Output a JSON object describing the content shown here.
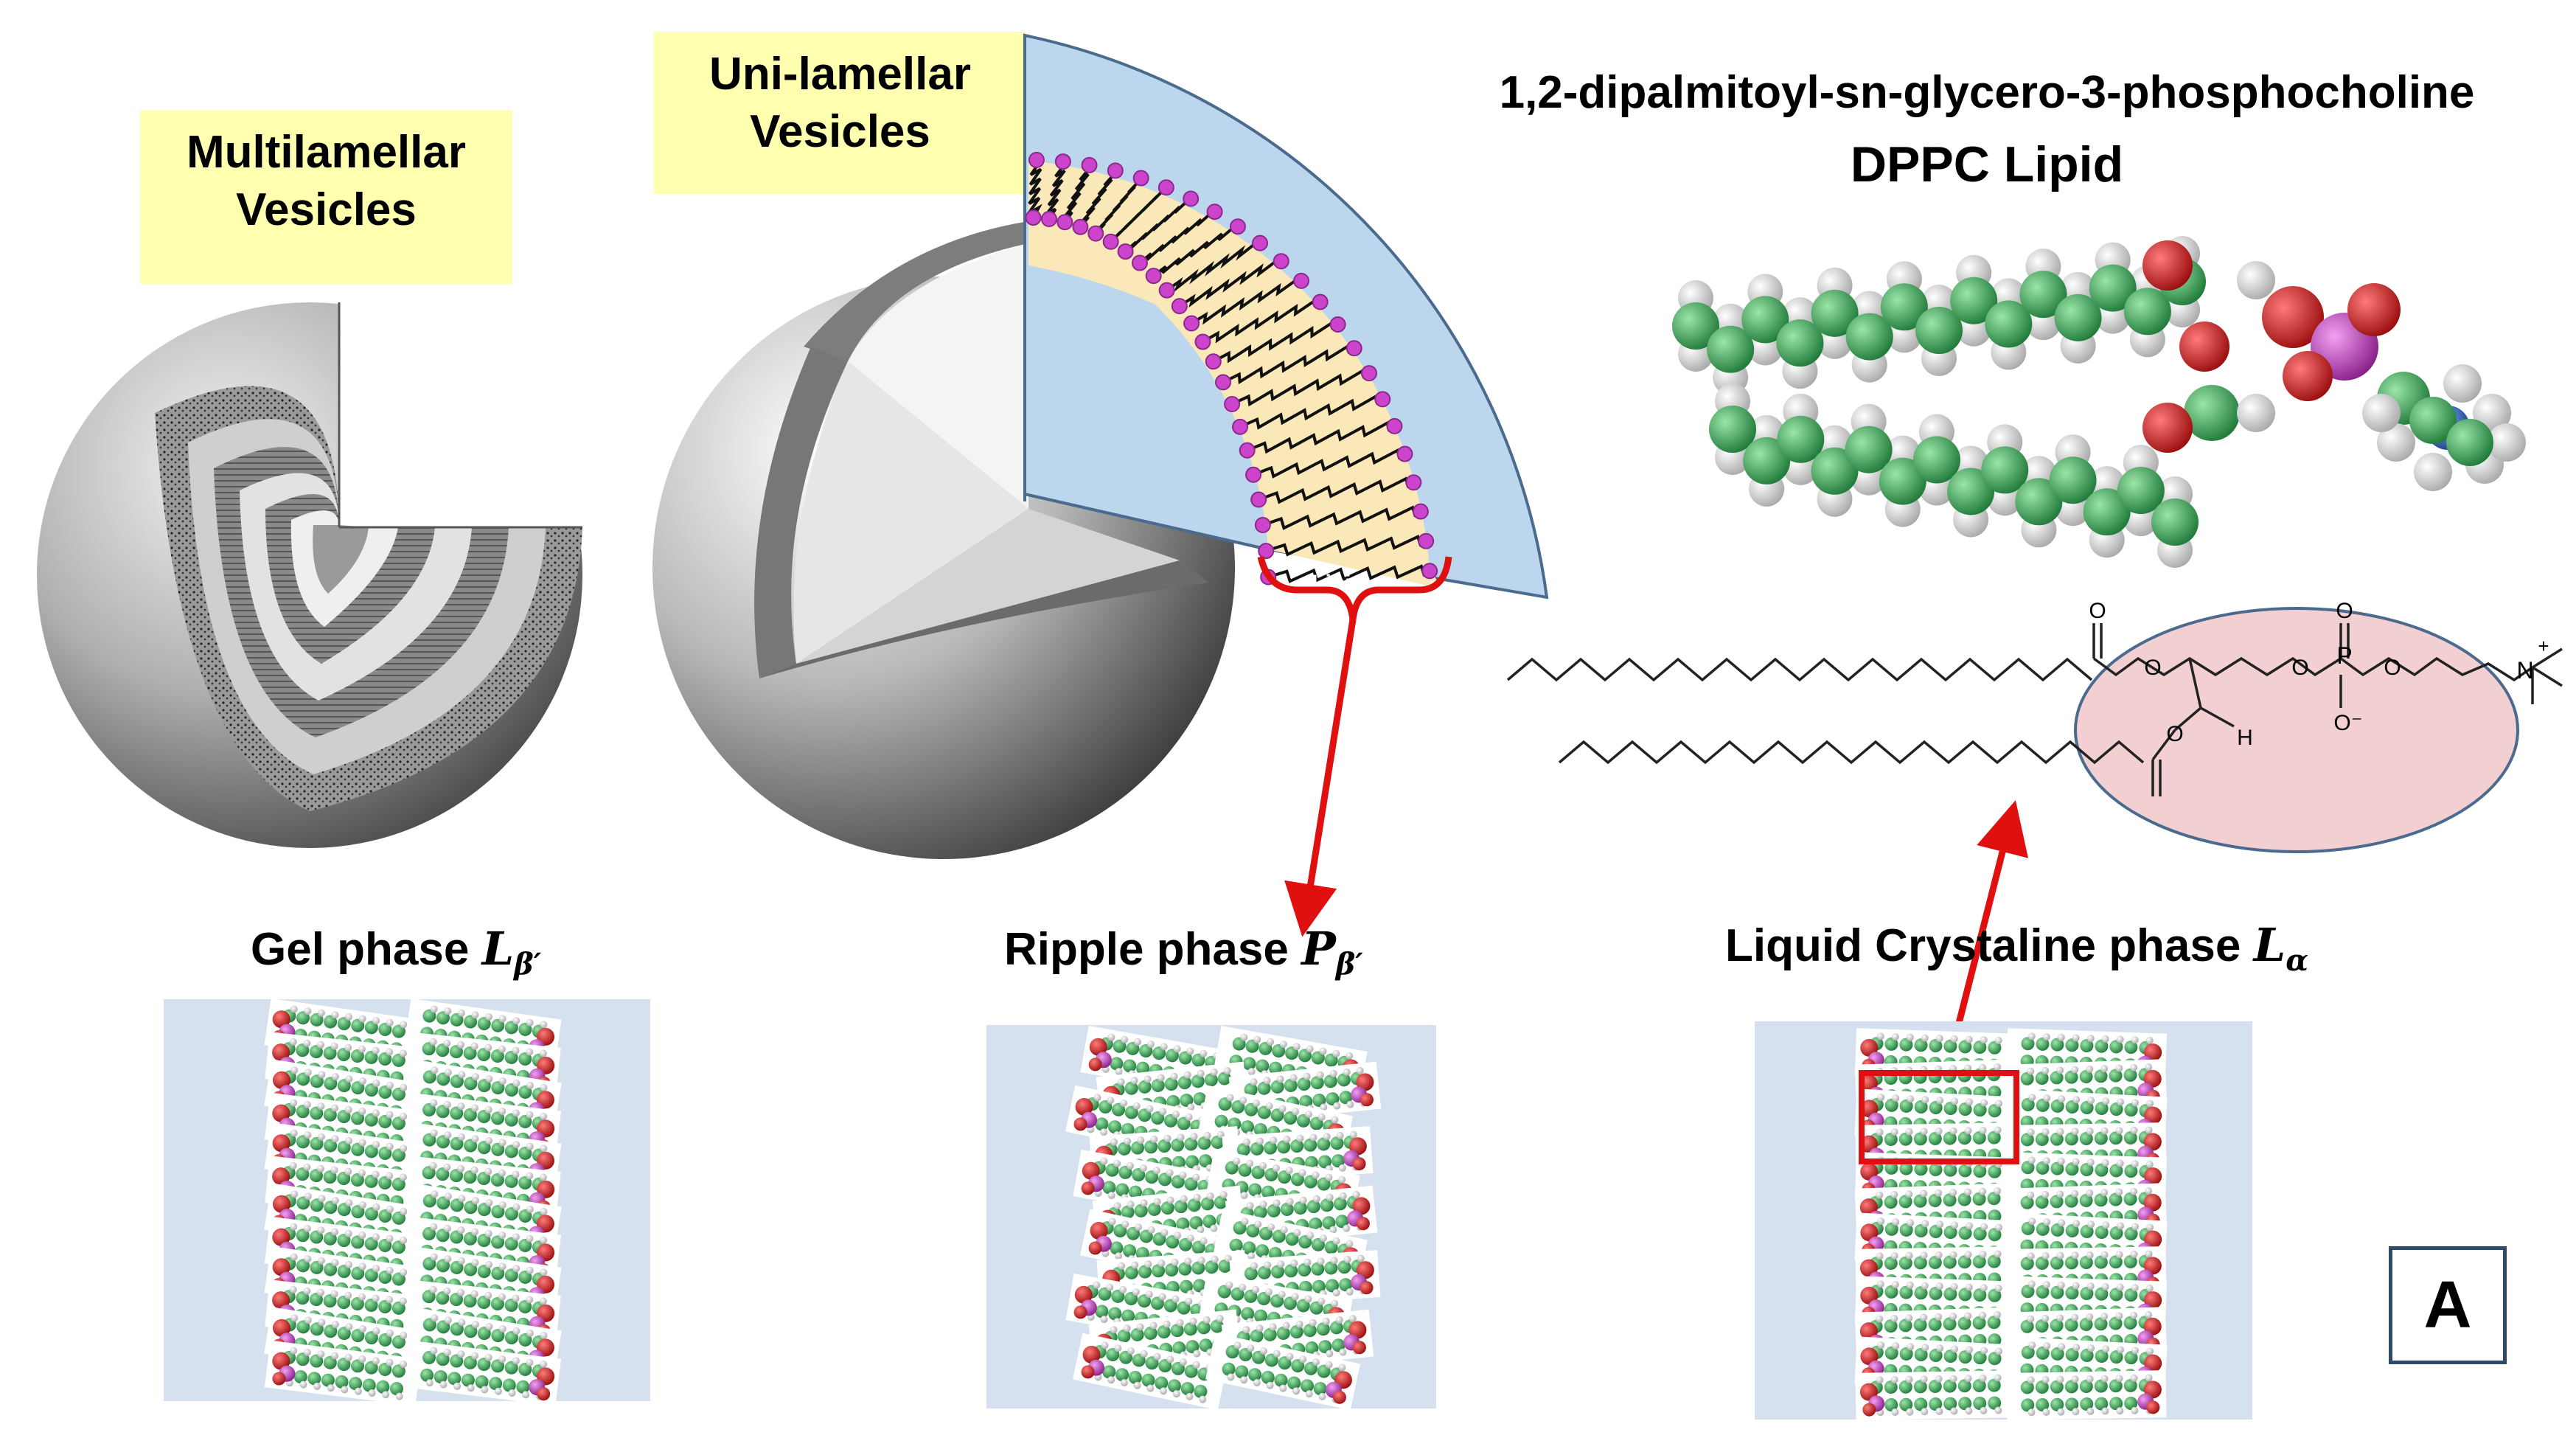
{
  "labels": {
    "multilamellar": "Multilamellar Vesicles",
    "unilamellar": "Uni-lamellar Vesicles",
    "lipid_full_name": "1,2-dipalmitoyl-sn-glycero-3-phosphocholine",
    "lipid_short_name": "DPPC Lipid",
    "lipid_tag": "Lipid",
    "panel_id": "A"
  },
  "phases": [
    {
      "name": "Gel  phase ",
      "symbol": "L",
      "sub": "β′"
    },
    {
      "name": "Ripple phase ",
      "symbol": "P",
      "sub": "β′"
    },
    {
      "name": "Liquid Crystaline  phase ",
      "symbol": "L",
      "sub": "α"
    }
  ],
  "structure_atoms": {
    "O1": "O",
    "O2": "O",
    "P": "P",
    "O3": "O",
    "Ominus": "O⁻",
    "O4": "O",
    "O5": "O",
    "O6": "O",
    "H": "H",
    "N": "N",
    "plus": "+"
  },
  "colors": {
    "label_box": "#ffffb0",
    "panel_bg": "#d6e1ef",
    "arrow": "#e01010",
    "carbon": "#3da860",
    "hydrogen": "#e8e8e8",
    "oxygen": "#d01a1a",
    "phosphorus": "#c040c0",
    "nitrogen": "#2060c0",
    "headgroup_oval": "#f2d0d2",
    "bilayer_fill": "#fbe8b8",
    "head_bead": "#cc44cc",
    "wedge_fill": "#bcd6ee"
  }
}
